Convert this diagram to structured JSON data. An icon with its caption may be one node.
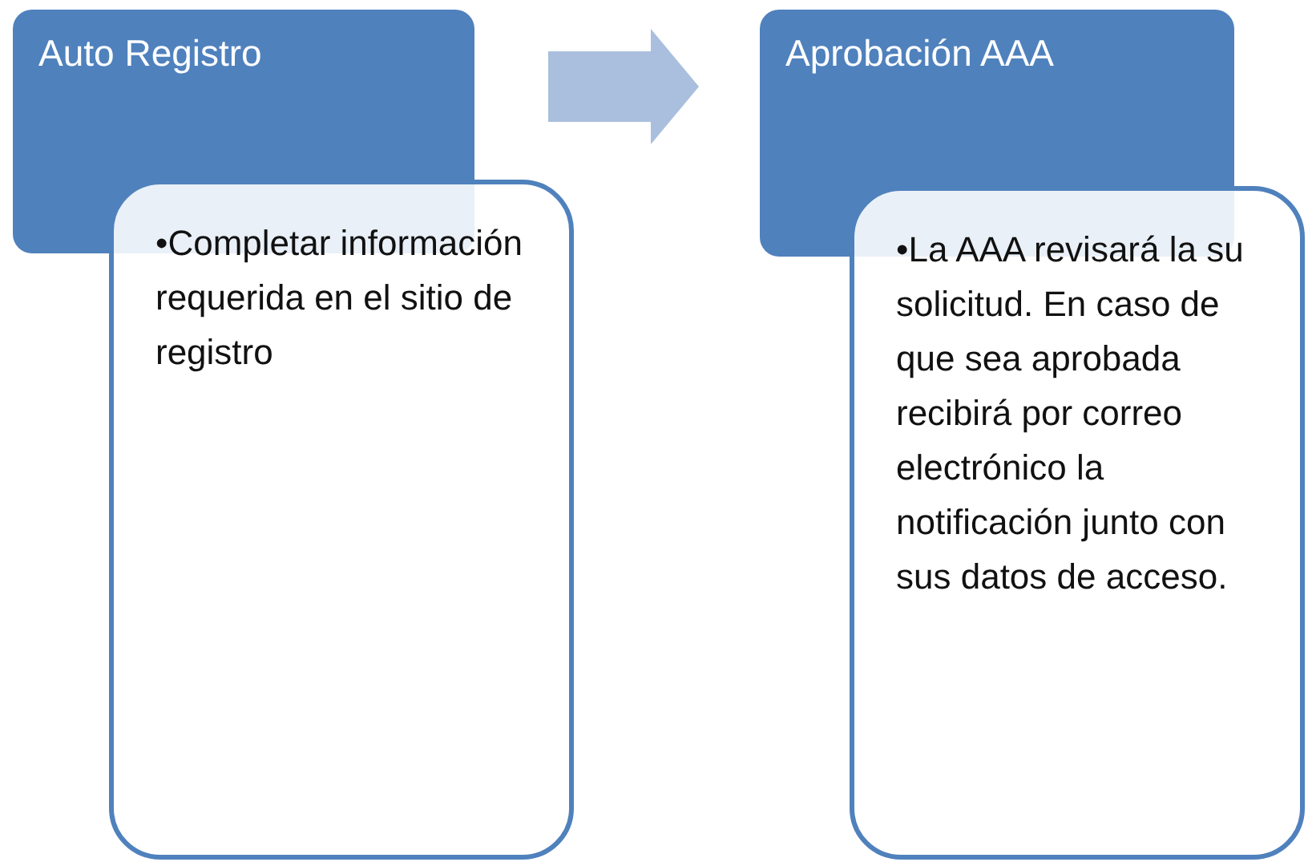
{
  "diagram": {
    "nodes": [
      {
        "text": [
          "Auto Registro"
        ]
      },
      {
        "text": [
          "•Completar información requerida en el sitio de registro"
        ]
      },
      {
        "text": [
          "Aprobación AAA"
        ]
      },
      {
        "text": [
          "•La AAA revisará la su solicitud. En caso de que sea aprobada recibirá por correo electrónico la notificación junto con sus datos de acceso."
        ]
      }
    ],
    "edges": [
      {
        "from": 0,
        "to": 2,
        "arrow": "to"
      }
    ]
  }
}
